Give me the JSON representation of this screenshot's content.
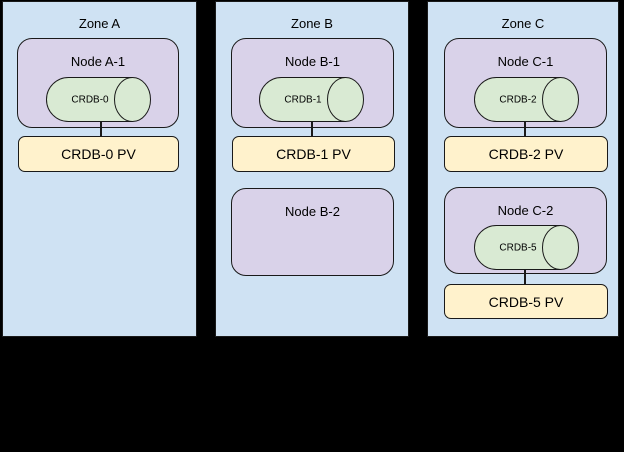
{
  "colors": {
    "canvas_bg": "#000000",
    "zone_fill": "#cfe2f3",
    "node_fill": "#d9d2e9",
    "cylinder_fill": "#d9ead3",
    "pv_fill": "#fff2cc",
    "border": "#1a1a1a",
    "text": "#000000"
  },
  "zones": [
    {
      "title": "Zone A",
      "nodes": [
        {
          "title": "Node A-1",
          "pod": "CRDB-0",
          "pv": "CRDB-0 PV"
        }
      ]
    },
    {
      "title": "Zone B",
      "nodes": [
        {
          "title": "Node B-1",
          "pod": "CRDB-1",
          "pv": "CRDB-1 PV"
        },
        {
          "title": "Node B-2"
        }
      ]
    },
    {
      "title": "Zone C",
      "nodes": [
        {
          "title": "Node C-1",
          "pod": "CRDB-2",
          "pv": "CRDB-2 PV"
        },
        {
          "title": "Node C-2",
          "pod": "CRDB-5",
          "pv": "CRDB-5 PV"
        }
      ]
    }
  ]
}
